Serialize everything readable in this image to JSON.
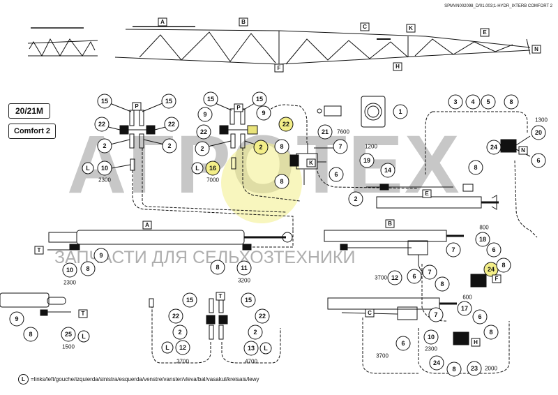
{
  "header_code": "SPMVN002098_D/01.003;1-HYDR_IXTERB COMFORT 2",
  "model_label": "20/21M",
  "variant_label": "Comfort 2",
  "watermark": {
    "brand": "АГРОТЕХ",
    "subtitle": "ЗАПЧАСТИ ДЛЯ СЕЛЬХОЗТЕХНИКИ"
  },
  "boom_sections": [
    "A",
    "B",
    "C",
    "K",
    "E",
    "N",
    "F",
    "H"
  ],
  "parts": [
    "1",
    "2",
    "3",
    "4",
    "5",
    "6",
    "7",
    "8",
    "9",
    "10",
    "11",
    "12",
    "13",
    "14",
    "15",
    "16",
    "17",
    "18",
    "19",
    "20",
    "21",
    "22",
    "23",
    "24",
    "25"
  ],
  "dimensions": {
    "d2300a": "2300",
    "d7000": "7000",
    "d7600": "7600",
    "d1200": "1200",
    "d1300": "1300",
    "d3200": "3200",
    "d2300b": "2300",
    "d3700a": "3700",
    "d800": "800",
    "d1500": "1500",
    "d3700b": "3700",
    "d4700": "4700",
    "d600": "600",
    "d2300c": "2300",
    "d3700c": "3700",
    "d2000": "2000"
  },
  "port_labels": {
    "P": "P",
    "T": "T",
    "L": "L",
    "K": "K",
    "E": "E",
    "N": "N",
    "F": "F",
    "H": "H",
    "A": "A",
    "B": "B",
    "C": "C"
  },
  "legend": {
    "symbol": "L",
    "text": "=links/left/gouche/izquierda/sinistra/esquerda/venstre/vanster/vleva/bal/vasakul/kreisais/lewy"
  },
  "colors": {
    "line": "#111111",
    "highlight": "#f3ee88",
    "watermark": "#9a9a9a"
  }
}
